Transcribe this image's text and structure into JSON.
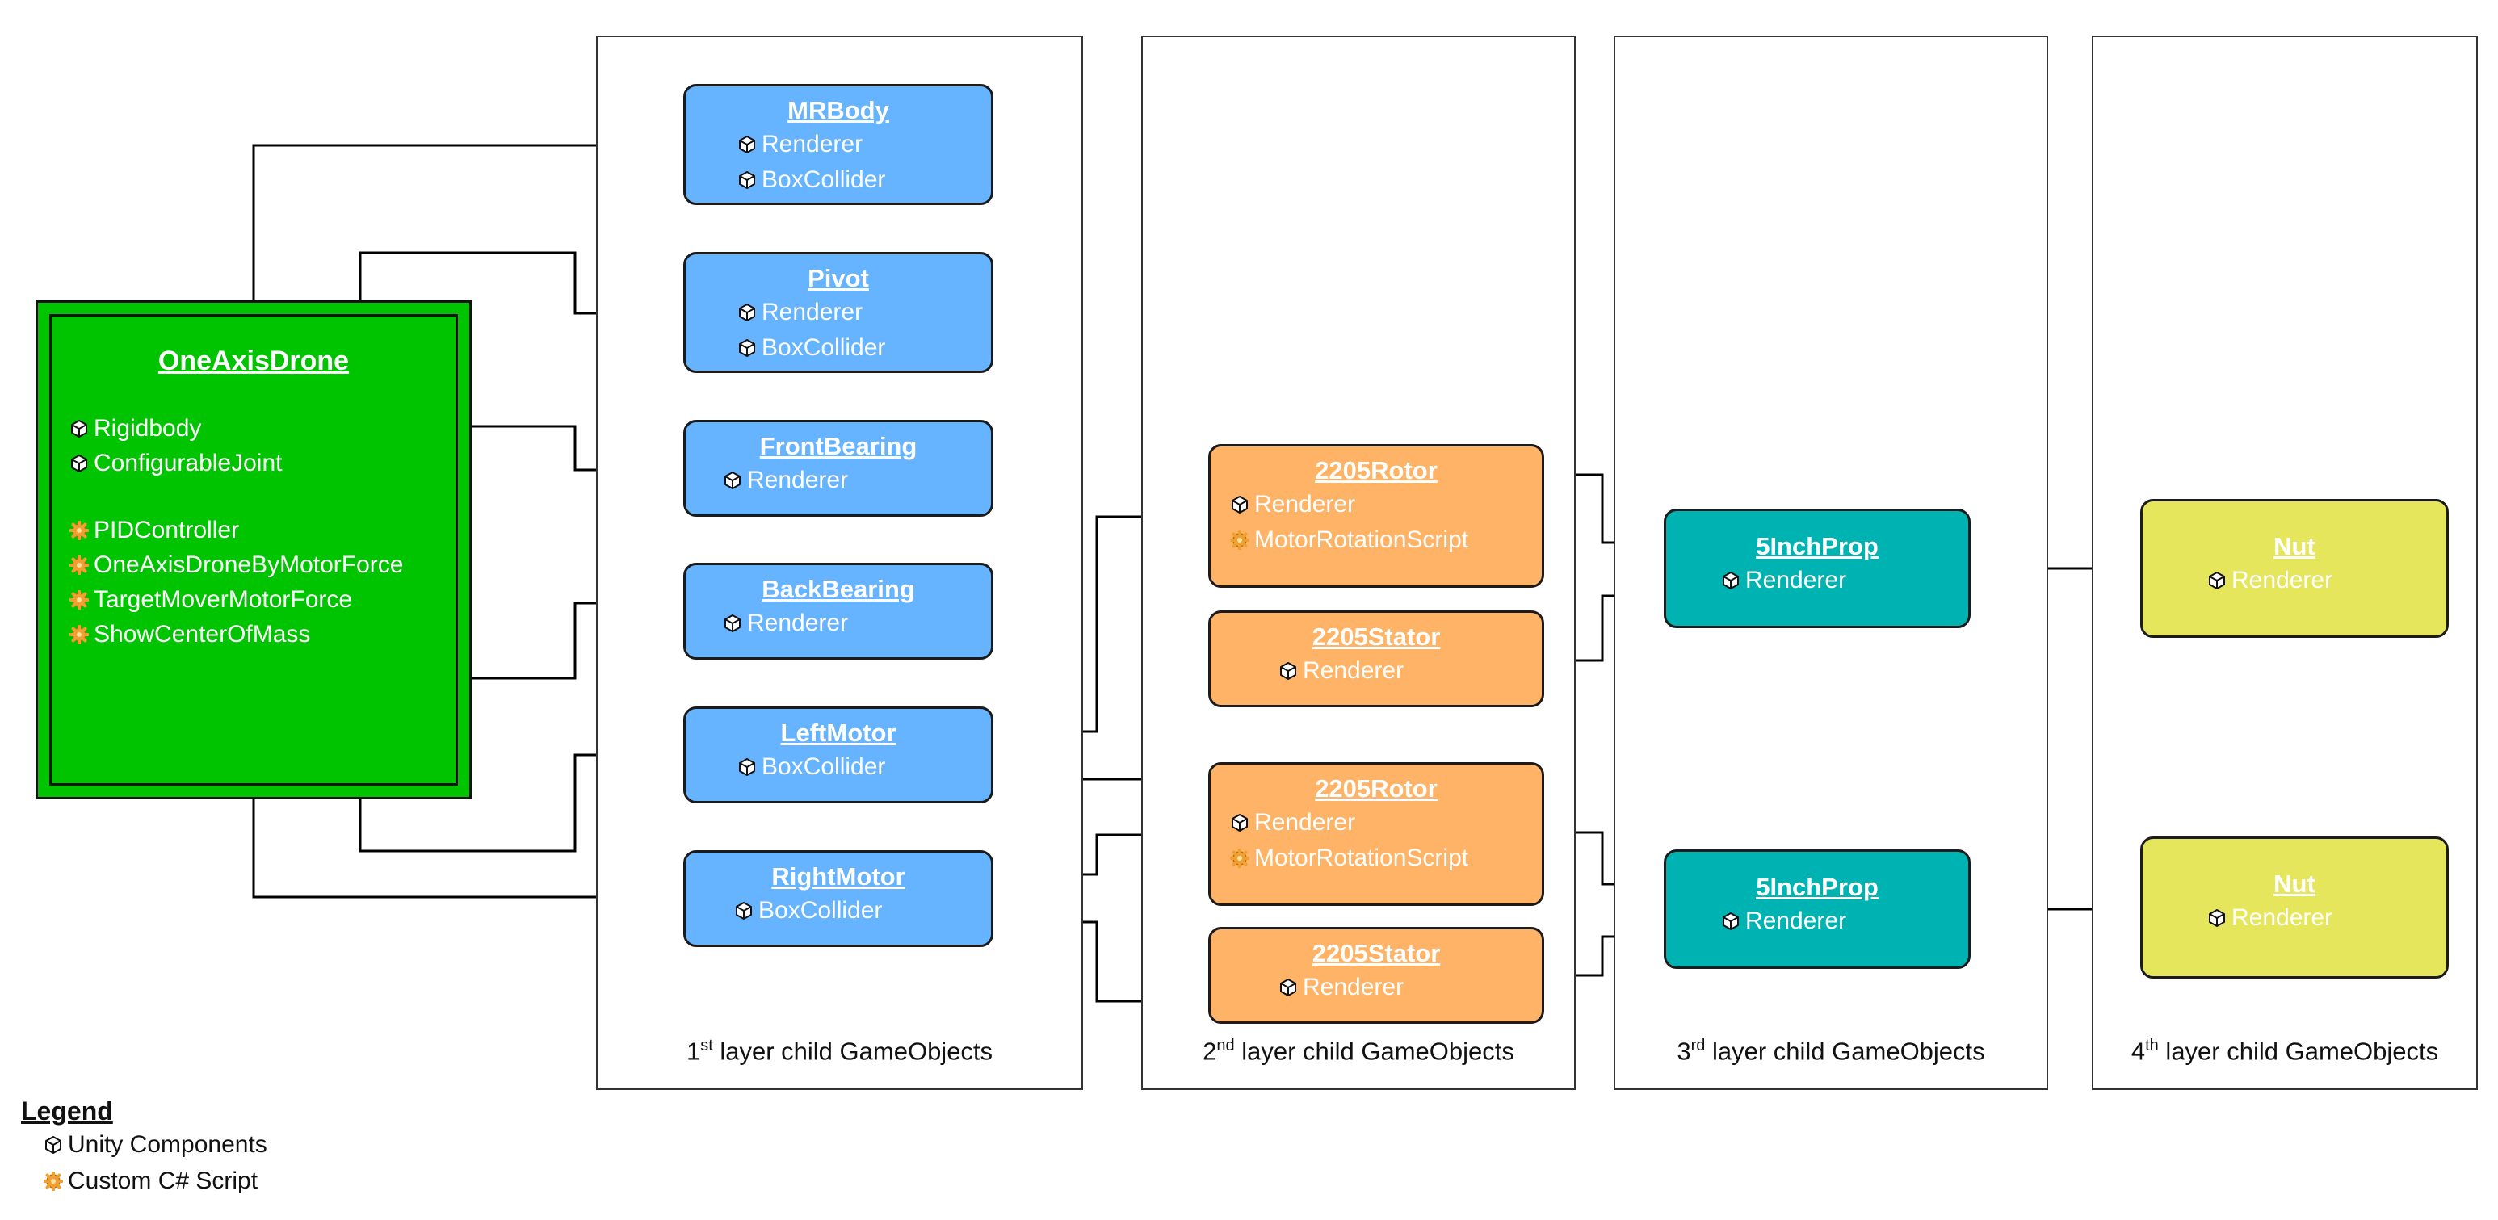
{
  "root": {
    "title": "OneAxisDrone",
    "components": [
      "Rigidbody",
      "ConfigurableJoint"
    ],
    "scripts": [
      "PIDController",
      "OneAxisDroneByMotorForce",
      "TargetMoverMotorForce",
      "ShowCenterOfMass"
    ]
  },
  "layer1": {
    "caption": {
      "num": "1",
      "suffix": "st",
      "text": " layer child GameObjects"
    },
    "nodes": [
      {
        "title": "MRBody",
        "components": [
          "Renderer",
          "BoxCollider"
        ]
      },
      {
        "title": "Pivot",
        "components": [
          "Renderer",
          "BoxCollider"
        ]
      },
      {
        "title": "FrontBearing",
        "components": [
          "Renderer"
        ]
      },
      {
        "title": "BackBearing",
        "components": [
          "Renderer"
        ]
      },
      {
        "title": "LeftMotor",
        "components": [
          "BoxCollider"
        ]
      },
      {
        "title": "RightMotor",
        "components": [
          "BoxCollider"
        ]
      }
    ]
  },
  "layer2": {
    "caption": {
      "num": "2",
      "suffix": "nd",
      "text": " layer child GameObjects"
    },
    "nodes": [
      {
        "title": "2205Rotor",
        "components": [
          "Renderer"
        ],
        "scripts": [
          "MotorRotationScript"
        ]
      },
      {
        "title": "2205Stator",
        "components": [
          "Renderer"
        ]
      },
      {
        "title": "2205Rotor",
        "components": [
          "Renderer"
        ],
        "scripts": [
          "MotorRotationScript"
        ]
      },
      {
        "title": "2205Stator",
        "components": [
          "Renderer"
        ]
      }
    ]
  },
  "layer3": {
    "caption": {
      "num": "3",
      "suffix": "rd",
      "text": " layer child GameObjects"
    },
    "nodes": [
      {
        "title": "5InchProp",
        "components": [
          "Renderer"
        ]
      },
      {
        "title": "5InchProp",
        "components": [
          "Renderer"
        ]
      }
    ]
  },
  "layer4": {
    "caption": {
      "num": "4",
      "suffix": "th",
      "text": " layer child GameObjects"
    },
    "nodes": [
      {
        "title": "Nut",
        "components": [
          "Renderer"
        ]
      },
      {
        "title": "Nut",
        "components": [
          "Renderer"
        ]
      }
    ]
  },
  "legend": {
    "title": "Legend",
    "unity": "Unity Components",
    "script": "Custom C# Script"
  },
  "colors": {
    "root": "#00c400",
    "layer1": "#66b3ff",
    "layer2": "#ffb366",
    "layer3": "#00b3b3",
    "layer4": "#e6e65c",
    "script_icon": "#f0a030"
  },
  "icons": {
    "component": "unity-cube-icon",
    "script": "csharp-script-gear-icon"
  }
}
